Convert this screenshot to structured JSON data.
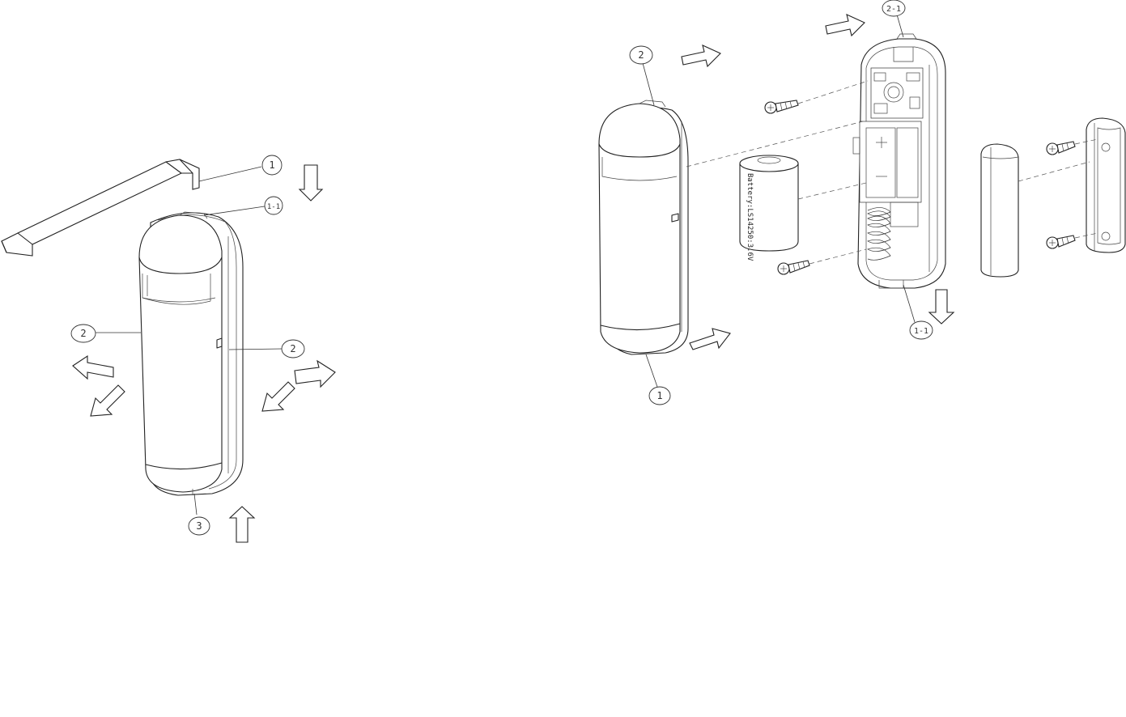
{
  "callouts": {
    "left_1": "1",
    "left_1_1": "1-1",
    "left_2_a": "2",
    "left_2_b": "2",
    "left_3": "3",
    "right_2": "2",
    "right_2_1": "2-1",
    "right_1": "1",
    "right_1_1": "1-1"
  },
  "battery_label": "Battery:LS14250:3.6V",
  "colors": {
    "line": "#222222",
    "background": "#ffffff"
  }
}
